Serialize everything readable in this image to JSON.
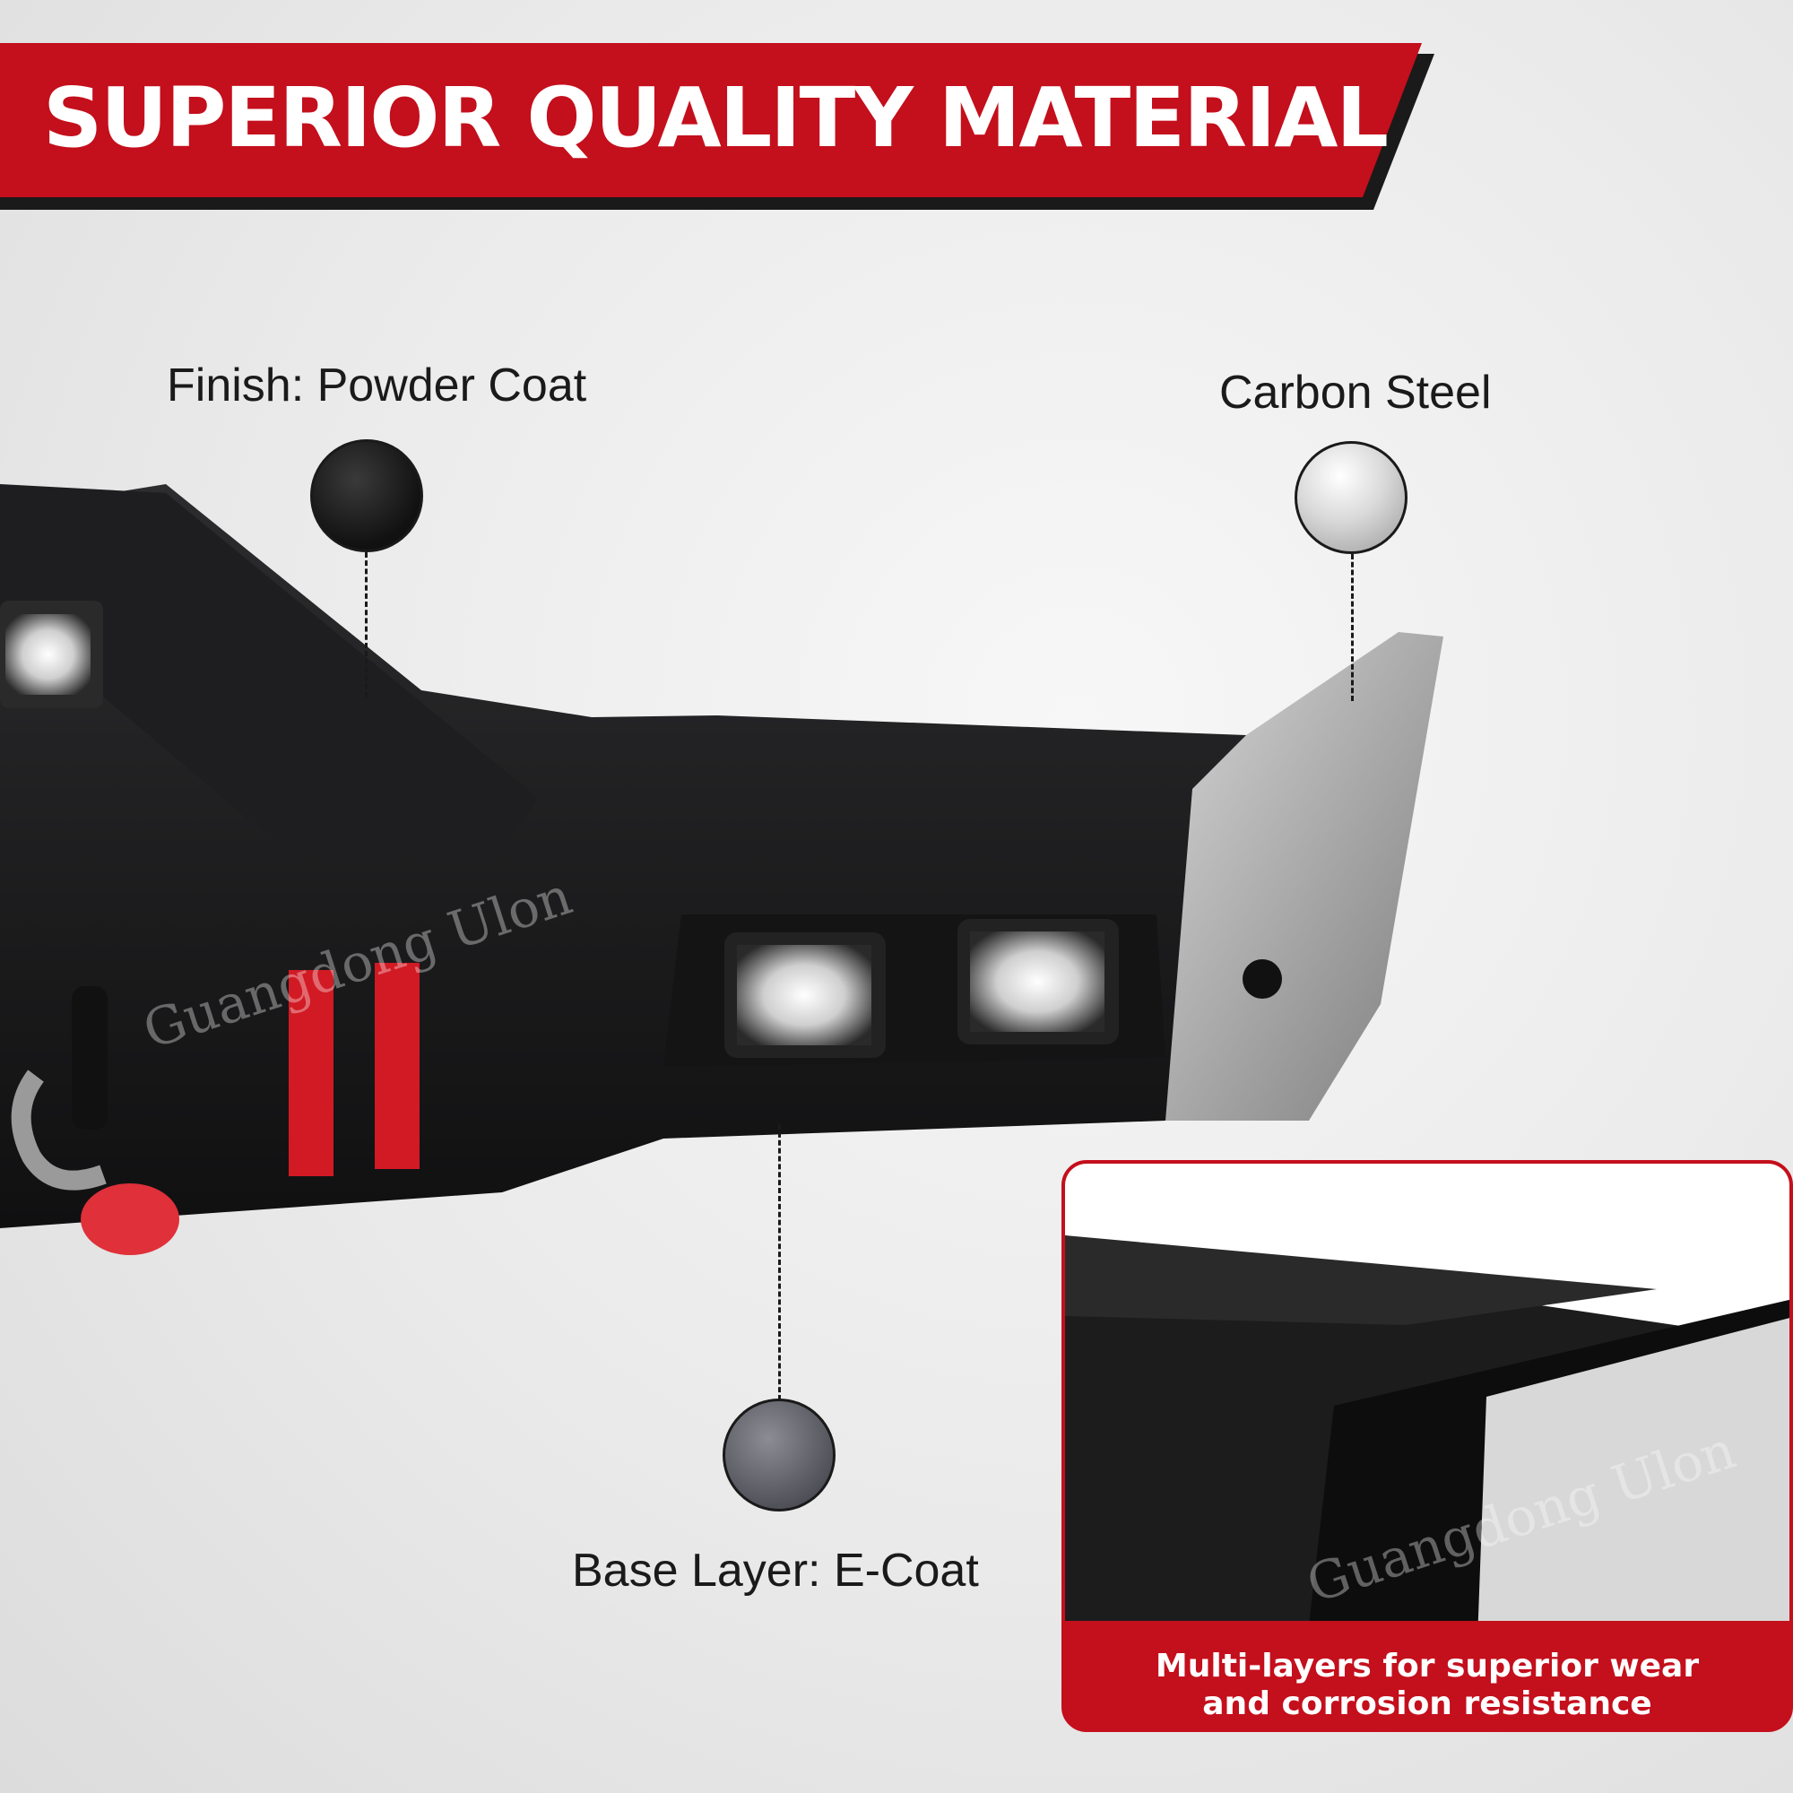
{
  "banner": {
    "title": "SUPERIOR QUALITY MATERIAL"
  },
  "callouts": {
    "powder_coat": "Finish: Powder Coat",
    "carbon_steel": "Carbon Steel",
    "e_coat": "Base Layer: E-Coat"
  },
  "inset": {
    "caption_line1": "Multi-layers for superior wear",
    "caption_line2": "and corrosion resistance"
  },
  "watermark": "Guangdong Ulon",
  "colors": {
    "brand_red": "#c40f1c",
    "dark": "#1a1a1a",
    "steel": "#b4b4b4"
  }
}
